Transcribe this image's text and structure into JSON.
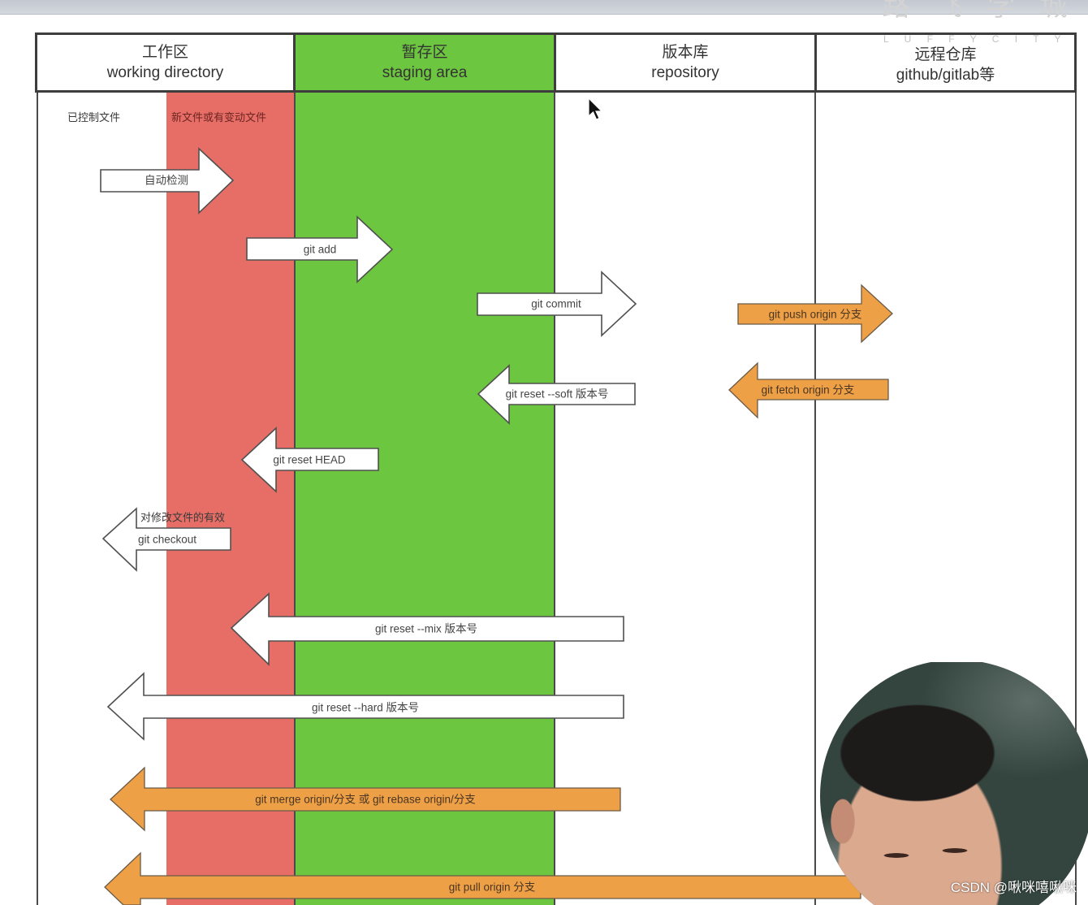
{
  "watermark": {
    "brand_cn": "路 飞 学 城",
    "brand_en": "L U F F Y C I T Y"
  },
  "columns": [
    {
      "title_cn": "工作区",
      "title_en": "working directory"
    },
    {
      "title_cn": "暂存区",
      "title_en": "staging area"
    },
    {
      "title_cn": "版本库",
      "title_en": "repository"
    },
    {
      "title_cn": "远程仓库",
      "title_en": "github/gitlab等"
    }
  ],
  "working_zones": {
    "tracked": "已控制文件",
    "changed": "新文件或有变动文件"
  },
  "arrows": [
    {
      "label": "自动检测"
    },
    {
      "label": "git add"
    },
    {
      "label": "git commit"
    },
    {
      "label": "git push origin 分支"
    },
    {
      "label": "git reset --soft 版本号"
    },
    {
      "label": "git fetch origin 分支"
    },
    {
      "label": "git reset HEAD"
    },
    {
      "label": "git checkout",
      "note": "对修改文件的有效"
    },
    {
      "label": "git reset --mix 版本号"
    },
    {
      "label": "git reset --hard 版本号"
    },
    {
      "label": "git merge origin/分支 或 git rebase origin/分支"
    },
    {
      "label": "git pull origin 分支"
    }
  ],
  "credit": "CSDN @啾咪嘻啾咪",
  "colors": {
    "staging": "#6dc63f",
    "changed_files": "#e66e67",
    "remote_arrow": "#eea046",
    "local_arrow": "#ffffff",
    "outline": "#3d3d3d"
  }
}
